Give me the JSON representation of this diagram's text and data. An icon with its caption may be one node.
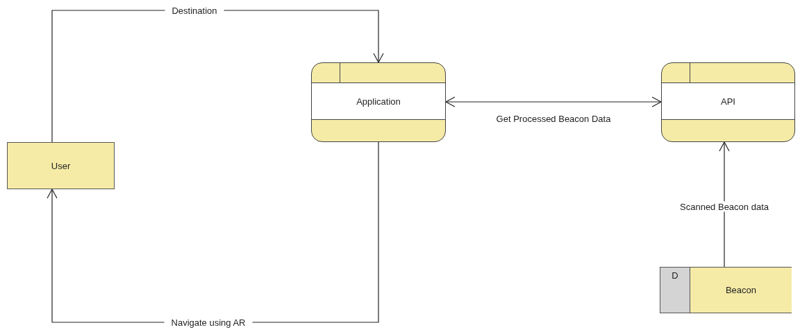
{
  "diagram": {
    "nodes": [
      {
        "text": [
          "User"
        ]
      },
      {
        "text": [
          "Application"
        ]
      },
      {
        "text": [
          "API"
        ]
      },
      {
        "text": [
          "D",
          "Beacon"
        ]
      }
    ],
    "edges": [
      {
        "from": 0,
        "to": 1,
        "arrow": "to",
        "label": "Destination"
      },
      {
        "from": 1,
        "to": 0,
        "arrow": "to",
        "label": "Navigate using AR"
      },
      {
        "from": 1,
        "to": 2,
        "arrow": "both",
        "label": "Get Processed Beacon Data"
      },
      {
        "from": 3,
        "to": 2,
        "arrow": "to",
        "label": "Scanned Beacon data"
      }
    ]
  }
}
